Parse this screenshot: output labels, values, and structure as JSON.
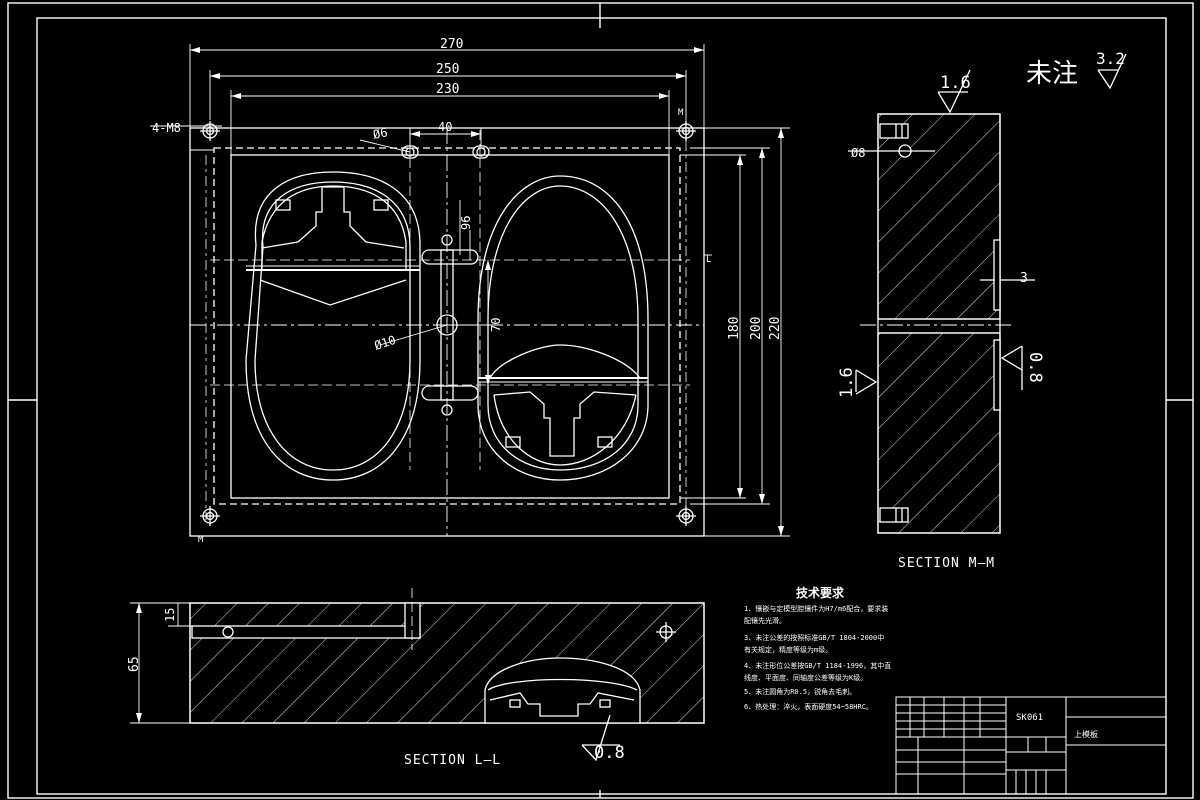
{
  "dimensions": {
    "w270": "270",
    "w250": "250",
    "w230": "230",
    "d40": "40",
    "hole_m8": "4-M8",
    "phi6_a": "Ø6",
    "phi6_b": "Ø8",
    "d96": "96",
    "phi10": "Ø10",
    "d70": "70",
    "h180": "180",
    "h200": "200",
    "h220": "220",
    "d15": "15",
    "d65": "65",
    "d3": "3"
  },
  "roughness": {
    "unnoted_label": "未注",
    "unnoted_value": "3.2",
    "top_value": "1.6",
    "left_value": "1.6",
    "right_value": "0.8",
    "bottom_value": "0.8"
  },
  "sections": {
    "mm": "SECTION  M—M",
    "ll": "SECTION  L—L",
    "cut_mark_top": "M",
    "cut_mark_bottom": "M",
    "cut_mark_l": "L"
  },
  "tech": {
    "title": "技术要求",
    "items": [
      "1、镶嵌与定模型腔镶件为H7/m6配合，要求装",
      "   配镶先光滑。",
      "3、未注公差的按照标准GB/T 1804-2000中",
      "   有关规定，精度等级为m级。",
      "4、未注形位公差按GB/T 1184-1996，其中直",
      "   线度、平面度、同轴度公差等级为K级。",
      "5、未注圆角为R0.5，锐角去毛刺。",
      "6、热处理：淬火，表面硬度54~58HRC。"
    ]
  },
  "title_block": {
    "code": "SK061",
    "name": "上模板"
  }
}
